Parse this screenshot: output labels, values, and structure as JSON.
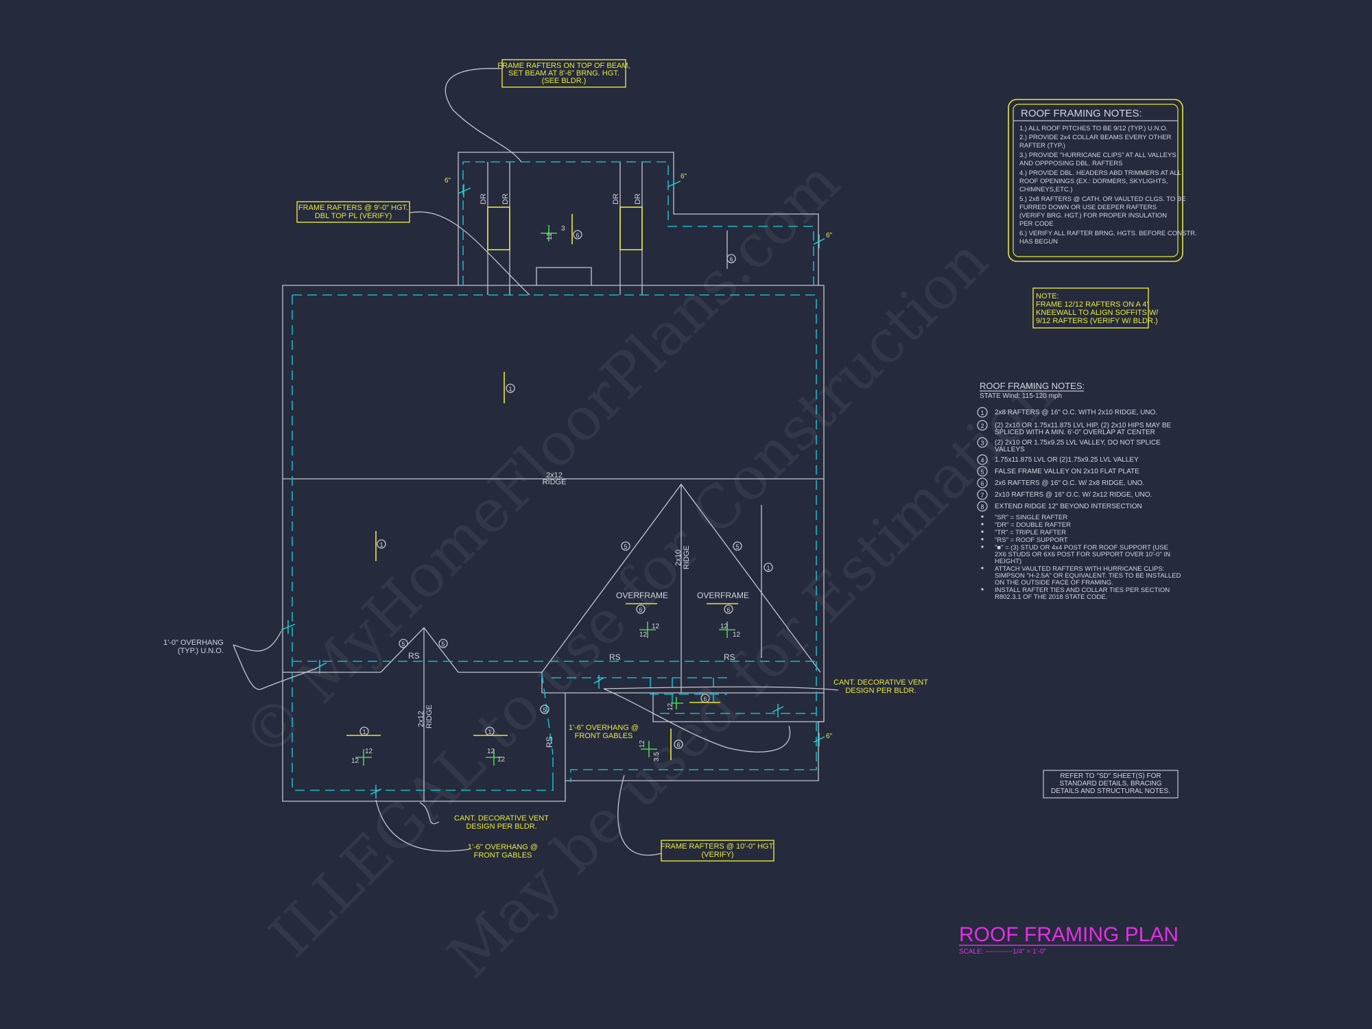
{
  "plan": {
    "title": "ROOF FRAMING PLAN",
    "scale": "SCALE: ------------1/4\" = 1'-0\""
  },
  "watermark": {
    "line1": "© MyHomeFloorPlans.com",
    "line2": "ILLEGAL to use for Construction",
    "line3": "May be used for Estimation"
  },
  "callouts": {
    "frame_on_beam": [
      "FRAME RAFTERS ON TOP OF BEAM,",
      "SET BEAM AT 8'-6\" BRNG. HGT.",
      "(SEE BLDR.)"
    ],
    "frame_9ft": [
      "FRAME RAFTERS @ 9'-0\" HGT.",
      "DBL TOP PL (VERIFY)"
    ],
    "note_kneewall": [
      "NOTE:",
      "FRAME 12/12 RAFTERS ON A 4'",
      "KNEEWALL TO ALIGN SOFFITS W/",
      "9/12 RAFTERS (VERIFY W/ BLDR.)"
    ],
    "overhang_typ": [
      "1'-0\" OVERHANG",
      "(TYP.) U.N.O."
    ],
    "cant_vent_right": [
      "CANT. DECORATIVE VENT",
      "DESIGN PER BLDR."
    ],
    "overhang_front_mid": [
      "1'-6\" OVERHANG @",
      "FRONT GABLES"
    ],
    "cant_vent_bottom": [
      "CANT. DECORATIVE VENT",
      "DESIGN PER BLDR."
    ],
    "overhang_front_bottom": [
      "1'-6\" OVERHANG @",
      "FRONT GABLES"
    ],
    "frame_10ft": [
      "FRAME RAFTERS @ 10'-0\" HGT.",
      "(VERIFY)"
    ]
  },
  "notes_box": {
    "title": "ROOF FRAMING NOTES:",
    "lines": [
      "1.) ALL ROOF PITCHES TO BE  9/12 (TYP.) U.N.O.",
      "2.) PROVIDE 2x4 COLLAR BEAMS EVERY OTHER",
      "     RAFTER (TYP.)",
      "3.) PROVIDE \"HURRICANE CLIPS\" AT ALL VALLEYS",
      "     AND OPPPOSING DBL. RAFTERS",
      "4.) PROVIDE DBL. HEADERS ABD TRIMMERS AT ALL",
      "     ROOF OPENINGS (EX.: DORMERS, SKYLIGHTS,",
      "     CHIMNEYS,ETC.)",
      "5.) 2x8 RAFTERS @ CATH. OR VAULTED CLGS. TO BE",
      "     FURRED DOWN OR USE DEEPER RAFTERS",
      "     (VERIFY BRG. HGT.) FOR PROPER INSULATION",
      "     PER CODE",
      "6.) VERIFY ALL RAFTER BRNG. HGTS. BEFORE CONSTR.",
      "     HAS BEGUN"
    ]
  },
  "notes_list": {
    "title": "ROOF FRAMING NOTES:",
    "subtitle": "STATE Wind: 115-120 mph",
    "numbered": [
      {
        "n": "1",
        "text": [
          "2x8 RAFTERS @ 16\" O.C. WITH 2x10 RIDGE, UNO."
        ]
      },
      {
        "n": "2",
        "text": [
          "(2) 2x10 OR 1.75x11.875 LVL HIP, (2) 2x10 HIPS MAY BE",
          "SPLICED WITH A MIN. 6'-0\" OVERLAP AT CENTER"
        ]
      },
      {
        "n": "3",
        "text": [
          "(2) 2x10 OR 1.75x9.25 LVL VALLEY, DO NOT SPLICE",
          "VALLEYS"
        ]
      },
      {
        "n": "4",
        "text": [
          "1.75x11.875 LVL OR (2)1.75x9.25 LVL VALLEY"
        ]
      },
      {
        "n": "5",
        "text": [
          "FALSE FRAME VALLEY ON 2x10 FLAT PLATE"
        ]
      },
      {
        "n": "6",
        "text": [
          "2x6 RAFTERS @ 16\" O.C. W/ 2x8 RIDGE, UNO."
        ]
      },
      {
        "n": "7",
        "text": [
          "2x10 RAFTERS @ 16\" O.C. W/ 2x12 RIDGE, UNO."
        ]
      },
      {
        "n": "8",
        "text": [
          "EXTEND RIDGE 12\" BEYOND INTERSECTION"
        ]
      }
    ],
    "bullets": [
      [
        "\"SR\"  = SINGLE RAFTER"
      ],
      [
        "\"DR\"  = DOUBLE RAFTER"
      ],
      [
        "\"TR\"  = TRIPLE RAFTER"
      ],
      [
        "\"RS\"  = ROOF SUPPORT"
      ],
      [
        "\"■\" = (3) STUD OR 4x4 POST FOR ROOF SUPPORT (USE",
        "2X6 STUDS OR 6X6 POST FOR SUPPORT OVER 10'-0\" IN",
        "HEIGHT)"
      ],
      [
        "ATTACH VAULTED RAFTERS WITH HURRICANE CLIPS:",
        "SIMPSON \"H-2.5A\" OR EQUIVALENT. TIES TO BE INSTALLED",
        "ON THE OUTSIDE FACE OF FRAMING."
      ],
      [
        "INSTALL RAFTER TIES AND COLLAR TIES PER SECTION",
        "R802.3.1 OF THE 2018 STATE CODE."
      ]
    ]
  },
  "refer_box": [
    "REFER TO \"SD\"  SHEET(S) FOR",
    "STANDARD DETAILS, BRACING",
    "DETAILS AND STRUCTURAL NOTES."
  ],
  "plan_labels": {
    "ridge_main": [
      "2x12",
      "RIDGE"
    ],
    "ridge_center": [
      "2x10",
      "RIDGE"
    ],
    "ridge_left": [
      "2x12",
      "RIDGE"
    ],
    "rs": "RS",
    "dr": "DR",
    "overframe": "OVERFRAME",
    "pitch_12": "12",
    "pitch_3": "3",
    "pitch_35": "3.5",
    "dim_6": "6\"",
    "tag_1": "1",
    "tag_5": "5",
    "tag_6": "6"
  }
}
